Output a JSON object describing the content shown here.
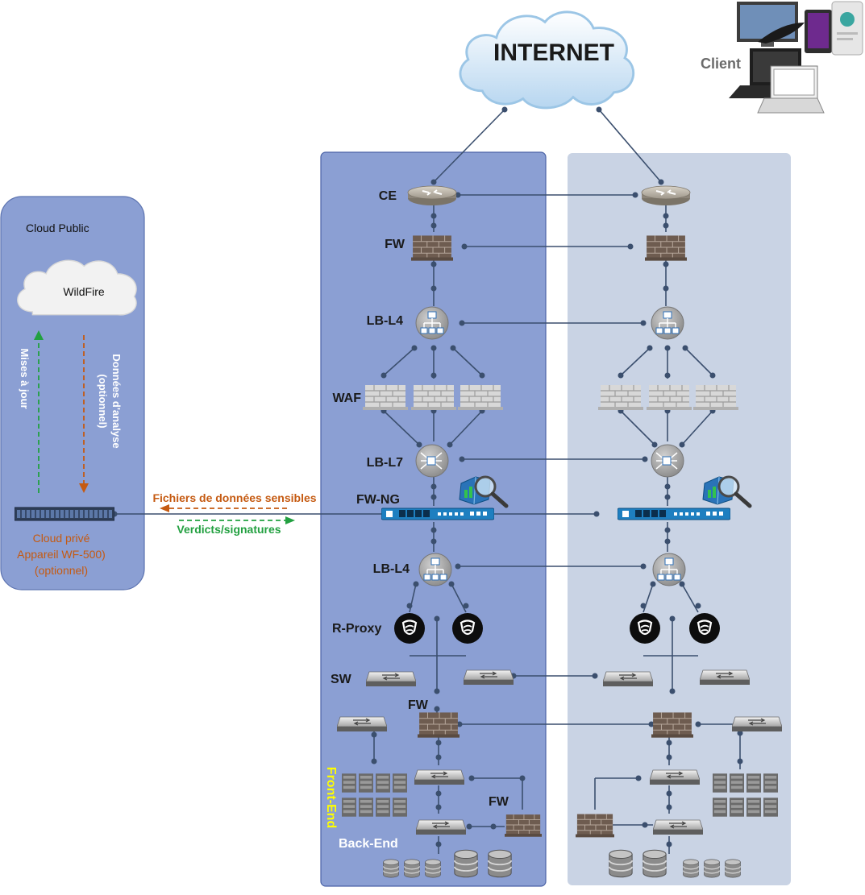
{
  "internet_label": "INTERNET",
  "client_label": "Client",
  "cloud_public": {
    "title": "Cloud Public",
    "wildfire": "WildFire",
    "updates": "Mises à jour",
    "analysis_line1": "Données d'analyse",
    "analysis_line2": "(optionnel)",
    "private_line1": "Cloud privé",
    "private_line2": "Appareil WF-500)",
    "private_line3": "(optionnel)"
  },
  "flows": {
    "sensitive_files": "Fichiers de données sensibles",
    "verdicts": "Verdicts/signatures"
  },
  "layers": {
    "ce": "CE",
    "fw": "FW",
    "lb_l4": "LB-L4",
    "waf": "WAF",
    "lb_l7": "LB-L7",
    "fw_ng": "FW-NG",
    "lb_l4_2": "LB-L4",
    "r_proxy": "R-Proxy",
    "sw": "SW",
    "fw_2": "FW",
    "fw_3": "FW"
  },
  "zones": {
    "front_end": "Front-End",
    "back_end": "Back-End"
  },
  "colors": {
    "primary_panel": "#8b9fd3",
    "secondary_panel": "#c9d3e4",
    "link": "#3b4f6e",
    "orange": "#c55a11",
    "green": "#22a040",
    "front_end": "#ffff00"
  },
  "icons": [
    "internet-cloud-icon",
    "client-devices-icon",
    "router-icon",
    "firewall-icon",
    "load-balancer-icon",
    "waf-icon",
    "ngfw-appliance-icon",
    "reverse-proxy-icon",
    "switch-icon",
    "server-rack-icon",
    "database-icon",
    "wf500-appliance-icon"
  ]
}
